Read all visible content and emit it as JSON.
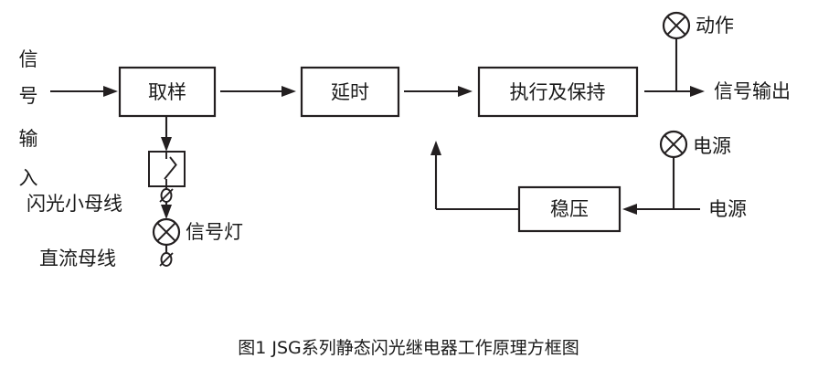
{
  "figure": {
    "caption": "图1  JSG系列静态闪光继电器工作原理方框图",
    "title_id": "图1",
    "background_color": "#ffffff",
    "line_color": "#231f20"
  },
  "blocks": [
    {
      "id": "sampling",
      "label": "取样"
    },
    {
      "id": "delay",
      "label": "延时"
    },
    {
      "id": "execute_hold",
      "label": "执行及保持"
    },
    {
      "id": "voltage_regulator",
      "label": "稳压"
    }
  ],
  "labels": {
    "signal_input": "信号输入",
    "signal_input_chars": [
      "信",
      "号",
      "输",
      "入"
    ],
    "flash_bus": "闪光小母线",
    "dc_bus": "直流母线",
    "signal_lamp": "信号灯",
    "action": "动作",
    "signal_output": "信号输出",
    "power_lamp": "电源",
    "power_input": "电源"
  },
  "symbols": [
    {
      "id": "contact-relay",
      "name": "relay-contact",
      "label": ""
    },
    {
      "id": "lamp-signal",
      "name": "indicator-lamp",
      "label": "信号灯"
    },
    {
      "id": "lamp-action",
      "name": "indicator-lamp",
      "label": "动作"
    },
    {
      "id": "lamp-power",
      "name": "indicator-lamp",
      "label": "电源"
    },
    {
      "id": "terminal-upper",
      "name": "terminal",
      "label": ""
    },
    {
      "id": "terminal-lower",
      "name": "terminal",
      "label": ""
    }
  ],
  "flow": {
    "steps": [
      "取样",
      "延时",
      "执行及保持"
    ],
    "output": "信号输出",
    "supply_chain": [
      "电源",
      "稳压",
      "执行及保持"
    ]
  }
}
